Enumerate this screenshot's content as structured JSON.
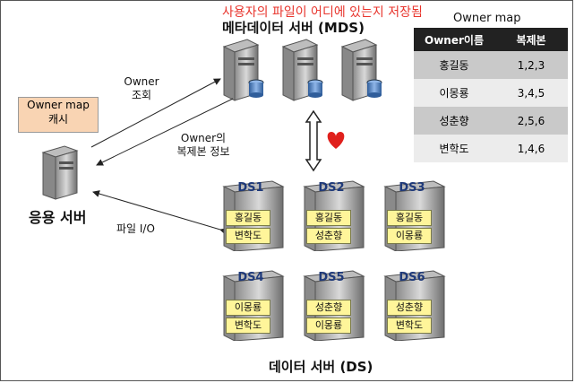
{
  "note": "사용자의 파일이 어디에 있는지 저장됨",
  "mds_title": "메타데이터 서버 (MDS)",
  "ds_title": "데이터 서버 (DS)",
  "app_server": "응용 서버",
  "cache": {
    "line1": "Owner map",
    "line2": "캐시"
  },
  "arrows": {
    "owner_query": {
      "line1": "Owner",
      "line2": "조회"
    },
    "owner_replica": {
      "line1": "Owner의",
      "line2": "복제본 정보"
    },
    "file_io": "파일 I/O"
  },
  "owner_map": {
    "title": "Owner map",
    "headers": [
      "Owner이름",
      "복제본"
    ],
    "rows": [
      [
        "홍길동",
        "1,2,3"
      ],
      [
        "이몽룡",
        "3,4,5"
      ],
      [
        "성춘향",
        "2,5,6"
      ],
      [
        "변학도",
        "1,4,6"
      ]
    ]
  },
  "data_servers": [
    {
      "name": "DS1",
      "files": [
        "홍길동",
        "변학도"
      ]
    },
    {
      "name": "DS2",
      "files": [
        "홍길동",
        "성춘향"
      ]
    },
    {
      "name": "DS3",
      "files": [
        "홍길동",
        "이몽룡"
      ]
    },
    {
      "name": "DS4",
      "files": [
        "이몽룡",
        "변학도"
      ]
    },
    {
      "name": "DS5",
      "files": [
        "성춘향",
        "이몽룡"
      ]
    },
    {
      "name": "DS6",
      "files": [
        "성춘향",
        "변학도"
      ]
    }
  ],
  "colors": {
    "heart": "#e0201c",
    "cache_bg": "#f9d4b3",
    "chip_bg": "#fff59a",
    "ds_name": "#1f3a7a",
    "note": "#e8342c"
  }
}
